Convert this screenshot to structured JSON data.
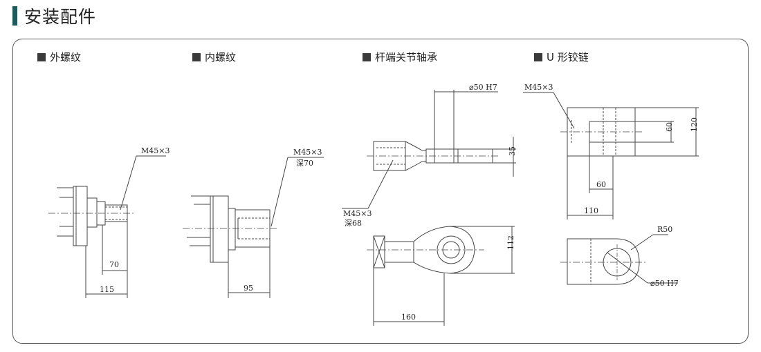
{
  "title": "安装配件",
  "sections": [
    {
      "label": "外螺纹"
    },
    {
      "label": "内螺纹"
    },
    {
      "label": "杆端关节轴承"
    },
    {
      "label": "U 形铰链"
    }
  ],
  "dims": {
    "ext": {
      "thread": "M45×3",
      "d70": "70",
      "d115": "115"
    },
    "int": {
      "thread": "M45×3",
      "depth": "深70",
      "d95": "95"
    },
    "rod": {
      "bore": "⌀50 H7",
      "d35": "35",
      "thread": "M45×3",
      "depth": "深68",
      "d112": "112",
      "d160": "160"
    },
    "u": {
      "thread": "M45×3",
      "d60v": "60",
      "d120": "120",
      "d60h": "60",
      "d110": "110",
      "r50": "R50",
      "bore": "⌀50 H7"
    }
  }
}
